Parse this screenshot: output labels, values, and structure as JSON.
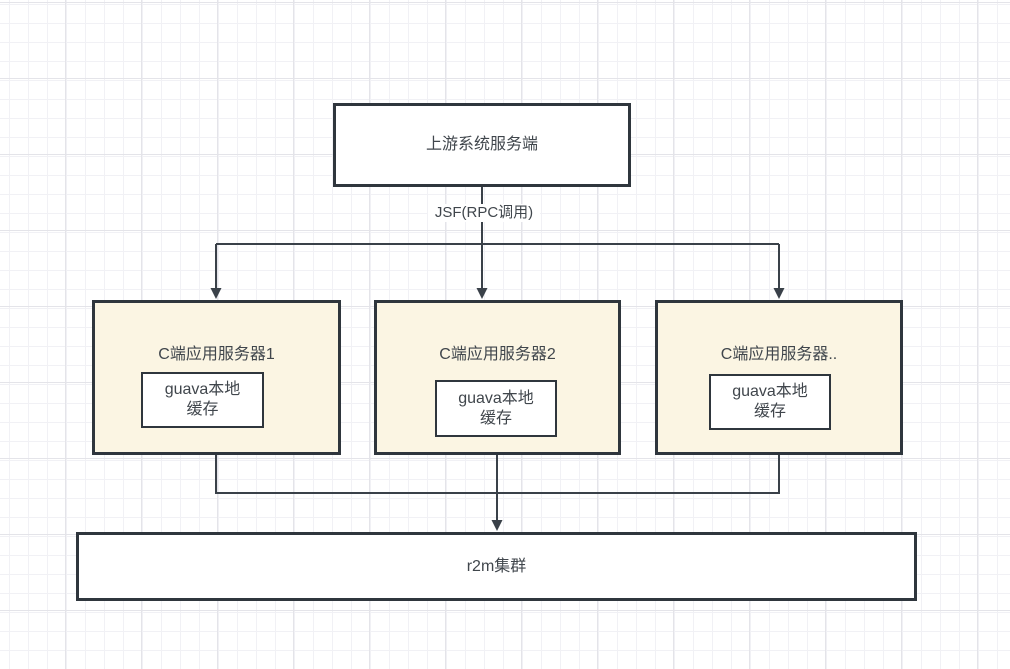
{
  "canvas": {
    "background_color": "#ffffff",
    "grid_minor_color": "#f1f1f5",
    "grid_major_color": "#e4e4e9"
  },
  "style": {
    "node_border_color": "#2f363d",
    "edge_color": "#3a4149",
    "server_fill_color": "#fbf5e3",
    "plain_fill_color": "#ffffff",
    "text_color": "#40464c"
  },
  "nodes": {
    "upstream": {
      "label": "上游系统服务端"
    },
    "server1": {
      "label": "C端应用服务器1"
    },
    "server2": {
      "label": "C端应用服务器2"
    },
    "server3": {
      "label": "C端应用服务器.."
    },
    "cache1": {
      "label": "guava本地\n缓存"
    },
    "cache2": {
      "label": "guava本地\n缓存"
    },
    "cache3": {
      "label": "guava本地\n缓存"
    },
    "r2m": {
      "label": "r2m集群"
    }
  },
  "edges": {
    "jsf_label": "JSF(RPC调用)",
    "connections": [
      {
        "from": "upstream",
        "to": "server1",
        "label": "JSF(RPC调用)"
      },
      {
        "from": "upstream",
        "to": "server2",
        "label": "JSF(RPC调用)"
      },
      {
        "from": "upstream",
        "to": "server3",
        "label": "JSF(RPC调用)"
      },
      {
        "from": "server1",
        "to": "r2m",
        "label": ""
      },
      {
        "from": "server2",
        "to": "r2m",
        "label": ""
      },
      {
        "from": "server3",
        "to": "r2m",
        "label": ""
      }
    ]
  }
}
